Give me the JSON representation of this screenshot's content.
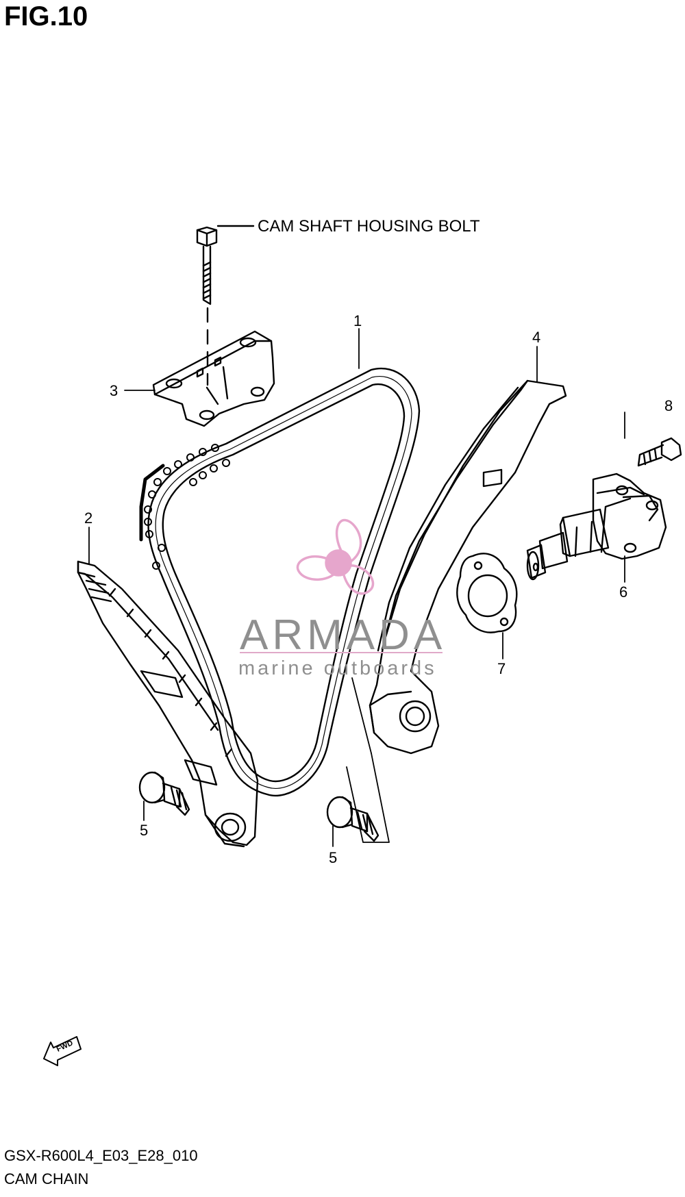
{
  "header": {
    "figure": "FIG.10"
  },
  "annotation": {
    "bolt_label": "CAM SHAFT HOUSING BOLT"
  },
  "callouts": [
    "1",
    "2",
    "3",
    "4",
    "5",
    "5",
    "6",
    "7",
    "8"
  ],
  "fwd_arrow": {
    "text": "FWD"
  },
  "watermark": {
    "name": "ARMADA",
    "tagline": "marine outboards",
    "color": "#e6a6cc"
  },
  "footer": {
    "code": "GSX-R600L4_E03_E28_010",
    "title": "CAM CHAIN"
  }
}
